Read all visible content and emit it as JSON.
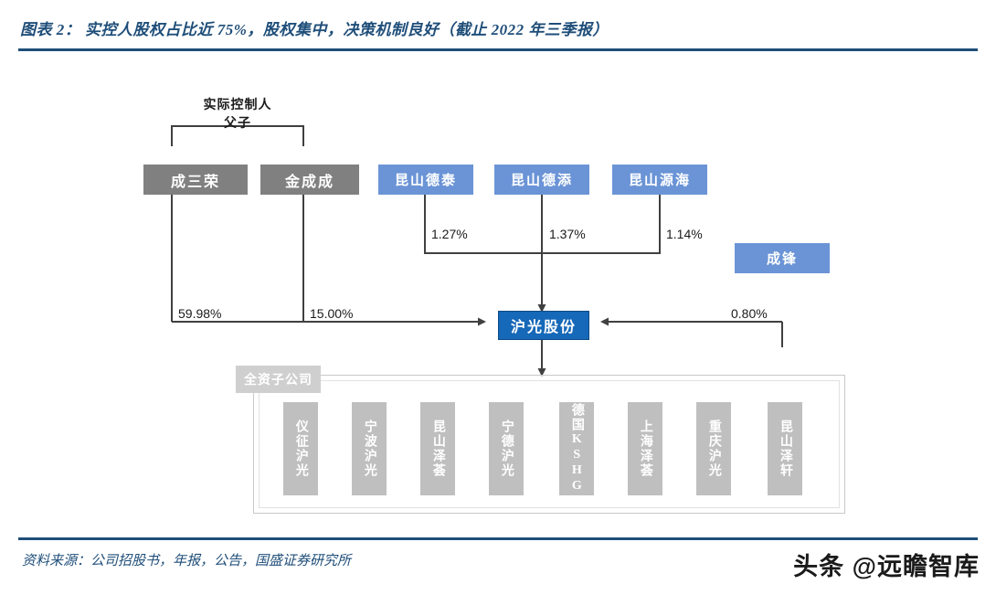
{
  "header": {
    "title": "图表 2： 实控人股权占比近 75%，股权集中，决策机制良好（截止 2022 年三季报）"
  },
  "footer": {
    "source": "资料来源：公司招股书，年报，公告，国盛证券研究所",
    "watermark": "头条 @远瞻智库"
  },
  "colors": {
    "brand_blue": "#1f4e79",
    "core_node": "#1668b8",
    "holder_blue": "#6b94d6",
    "controller_gray": "#808080",
    "subsidiary_gray": "#bfbfbf",
    "connector": "#404040"
  },
  "diagram": {
    "type": "ownership-structure",
    "caption": {
      "line1": "实际控制人",
      "line2": "父子"
    },
    "controllers": [
      {
        "label": "成三荣",
        "stake": "59.98%"
      },
      {
        "label": "金成成",
        "stake": "15.00%"
      }
    ],
    "holders": [
      {
        "label": "昆山德泰",
        "stake": "1.27%"
      },
      {
        "label": "昆山德添",
        "stake": "1.37%"
      },
      {
        "label": "昆山源海",
        "stake": "1.14%"
      }
    ],
    "individual_holders": [
      {
        "label": "成锋",
        "stake": "0.80%"
      }
    ],
    "core": {
      "label": "沪光股份"
    },
    "subsidiary_group": {
      "tag": "全资子公司",
      "items": [
        {
          "label": "仪征沪光"
        },
        {
          "label": "宁波沪光"
        },
        {
          "label": "昆山泽荟"
        },
        {
          "label": "宁德沪光"
        },
        {
          "label": "德国KSHG"
        },
        {
          "label": "上海泽荟"
        },
        {
          "label": "重庆沪光"
        },
        {
          "label": "昆山泽轩"
        }
      ]
    }
  }
}
